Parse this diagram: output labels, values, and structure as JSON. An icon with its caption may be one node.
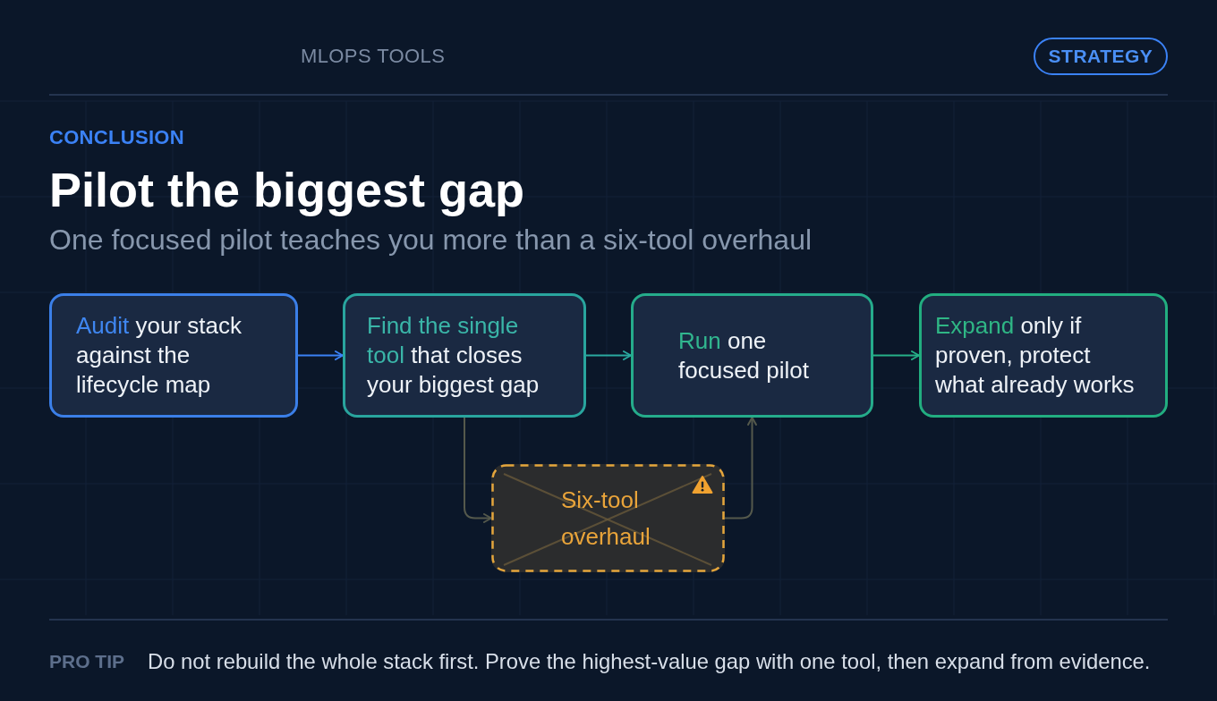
{
  "diagram": {
    "title": "Pilot the biggest gap",
    "nodes": [
      {
        "text": [
          "**Audit** your stack against the lifecycle map"
        ]
      },
      {
        "text": [
          "**Find the single tool** that closes your biggest gap"
        ]
      },
      {
        "text": [
          "**Run** one focused pilot"
        ]
      },
      {
        "text": [
          "**Expand** only if proven, protect what already works"
        ]
      },
      {
        "text": [
          "Six-tool overhaul"
        ]
      }
    ],
    "edges": [
      {
        "from": 0,
        "to": 1,
        "arrow": "to",
        "color": "#3b82f6"
      },
      {
        "from": 1,
        "to": 2,
        "arrow": "to",
        "color": "#2aa9a0"
      },
      {
        "from": 2,
        "to": 3,
        "arrow": "to",
        "color": "#26b088"
      },
      {
        "from": 1,
        "to": 4,
        "arrow": "to",
        "color": "#55594c"
      },
      {
        "from": 4,
        "to": 2,
        "arrow": "to",
        "color": "#55594c"
      }
    ],
    "labels": [
      "MLOPS TOOLS",
      "STRATEGY",
      "CONCLUSION",
      "One focused pilot teaches you more than a six-tool overhaul",
      "PRO TIP",
      "Do not rebuild the whole stack first. Prove the highest-value gap with one tool, then expand from evidence."
    ]
  }
}
